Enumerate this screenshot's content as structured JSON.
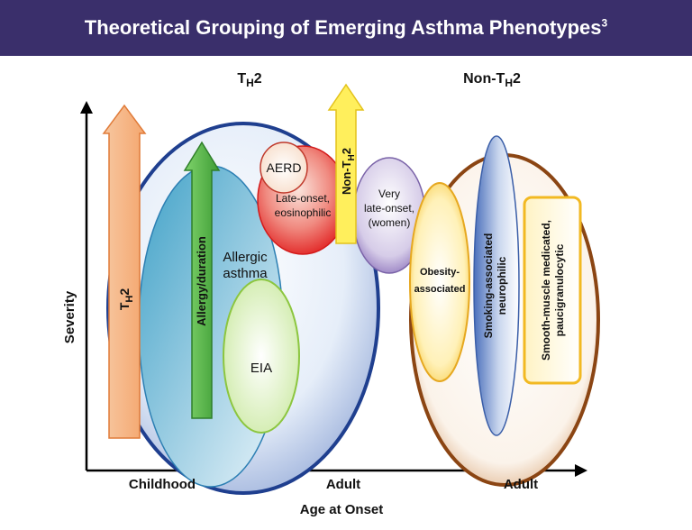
{
  "title": {
    "text": "Theoretical Grouping of Emerging Asthma Phenotypes",
    "superscript": "3"
  },
  "groups": {
    "th2": {
      "main": "T",
      "sub": "H",
      "tail": "2"
    },
    "non_th2": {
      "main": "Non-T",
      "sub": "H",
      "tail": "2"
    }
  },
  "axes": {
    "y_label": "Severity",
    "x_label": "Age at Onset",
    "x_ticks": [
      "Childhood",
      "Adult",
      "Adult"
    ]
  },
  "arrows": {
    "th2_arrow": {
      "main": "T",
      "sub": "H",
      "tail": "2"
    },
    "allergy_duration": "Allergy/duration",
    "non_th2_arrow": {
      "main": "Non-T",
      "sub": "H",
      "tail": "2"
    }
  },
  "phenotypes": {
    "allergic_asthma": [
      "Allergic",
      "asthma"
    ],
    "eia": "EIA",
    "aerd": "AERD",
    "late_onset_eosinophilic": [
      "Late-onset,",
      "eosinophilic"
    ],
    "very_late_onset": [
      "Very",
      "late-onset,",
      "(women)"
    ],
    "obesity_associated": [
      "Obesity-",
      "associated"
    ],
    "smoking_associated": [
      "Smoking-associated",
      "neurophilic"
    ],
    "smooth_muscle": [
      "Smooth-muscle medicated,",
      "paucigranulocytic"
    ]
  },
  "colors": {
    "banner": "#3a2f6b",
    "th2_arrow": "#f4b183",
    "allergy_arrow": "#5cb85c",
    "non_th2_arrow": "#ffef5c",
    "th2_outline": "#1f3f8f",
    "non_th2_outline": "#8b4513"
  }
}
